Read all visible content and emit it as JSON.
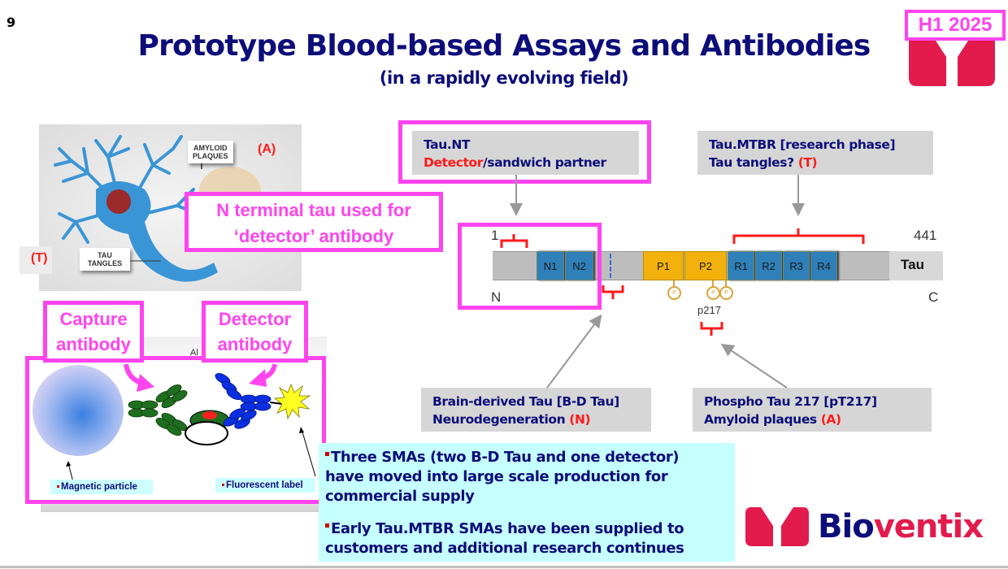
{
  "slide": {
    "number": "9",
    "title": "Prototype Blood-based Assays and Antibodies",
    "subtitle": "(in a rapidly evolving field)",
    "period_badge": "H1 2025"
  },
  "colors": {
    "navy": "#0d0d7a",
    "highlight_magenta": "#ff44ee",
    "brand_red": "#e31b4d",
    "cyan_panel": "#c5ffff",
    "domain_blue": "#2f7fb8",
    "domain_yellow": "#f2b10d"
  },
  "neuron_figure": {
    "amyloid_label_line1": "AMYLOID",
    "amyloid_label_line2": "PLAQUES",
    "amyloid_tag": "(A)",
    "tau_label_line1": "TAU",
    "tau_label_line2": "TANGLES",
    "tau_tag": "(T)"
  },
  "callouts": {
    "n_terminal_line1": "N terminal tau used for",
    "n_terminal_line2": "‘detector’ antibody",
    "capture_line1": "Capture",
    "capture_line2": "antibody",
    "detector_line1": "Detector",
    "detector_line2": "antibody"
  },
  "tau_boxes": {
    "tau_nt": {
      "line1": "Tau.NT",
      "line2_red": "Detector",
      "line2_rest": "/sandwich partner"
    },
    "tau_mtbr": {
      "line1": "Tau.MTBR [research phase]",
      "line2": "Tau tangles? ",
      "line2_tag": "(T)"
    },
    "bd_tau": {
      "line1": "Brain-derived Tau [B-D Tau]",
      "line2": "Neurodegeneration ",
      "line2_tag": "(N)"
    },
    "pt217": {
      "line1": "Phospho Tau 217 [pT217]",
      "line2": "Amyloid plaques ",
      "line2_tag": "(A)"
    }
  },
  "tau_protein": {
    "start_residue": "1",
    "end_residue": "441",
    "n_terminus": "N",
    "c_terminus": "C",
    "name": "Tau",
    "domains": [
      "N1",
      "N2",
      "P1",
      "P2",
      "R1",
      "R2",
      "R3",
      "R4"
    ],
    "phospho_symbol": "P",
    "phospho_site_label": "p217"
  },
  "assay_figure": {
    "magnetic_particle_label": "Magnetic particle",
    "fluorescent_label": "Fluorescent label",
    "partial_hidden_text": "Al"
  },
  "bullets": [
    {
      "lines": [
        "Three SMAs (two B-D Tau and one detector)",
        "have moved into large scale production for",
        "commercial supply"
      ]
    },
    {
      "lines": [
        "Early Tau.MTBR SMAs have been supplied to",
        "customers and additional research continues"
      ]
    }
  ],
  "footer_logo": {
    "part1": "Bio",
    "part2": "ventix"
  }
}
